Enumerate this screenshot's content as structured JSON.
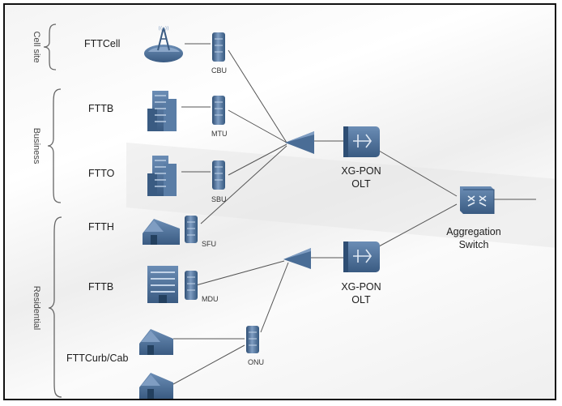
{
  "groups": {
    "cell_site": "Cell site",
    "business": "Business",
    "residential": "Residential"
  },
  "access_labels": {
    "fttcell": "FTTCell",
    "fttb_business": "FTTB",
    "ftto": "FTTO",
    "ftth": "FTTH",
    "fttb_residential": "FTTB",
    "fttcurb": "FTTCurb/Cab"
  },
  "unit_labels": {
    "cbu": "CBU",
    "mtu": "MTU",
    "sbu": "SBU",
    "sfu": "SFU",
    "mdu": "MDU",
    "onu": "ONU"
  },
  "olt_top": {
    "line1": "XG-PON",
    "line2": "OLT"
  },
  "olt_bottom": {
    "line1": "XG-PON",
    "line2": "OLT"
  },
  "aggregation": {
    "line1": "Aggregation",
    "line2": "Switch"
  },
  "colors": {
    "device": "#4a6d96",
    "device_dark": "#2e4e74",
    "device_light": "#7f9dc2",
    "line": "#555555"
  }
}
